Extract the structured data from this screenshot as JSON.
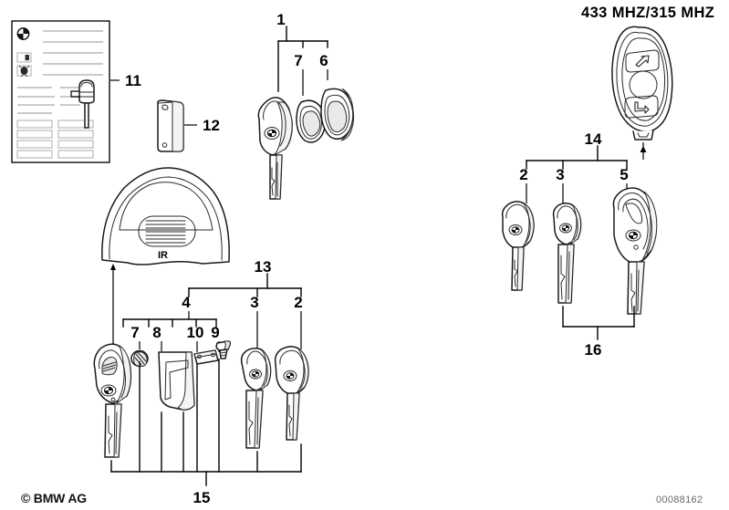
{
  "diagram": {
    "title_label": "433 MHZ/315 MHZ",
    "ir_label": "IR",
    "copyright": "© BMW AG",
    "part_number": "00088162",
    "line_color": "#000000",
    "fill_color": "#ffffff",
    "shade_color": "#e9e9e9"
  },
  "callouts": {
    "c1": "1",
    "c2_top": "2",
    "c3_top": "3",
    "c5": "5",
    "c6": "6",
    "c7_top": "7",
    "c11": "11",
    "c12": "12",
    "c13": "13",
    "c14": "14",
    "c15": "15",
    "c16": "16",
    "c4": "4",
    "c3_mid": "3",
    "c2_mid": "2",
    "c7_bot": "7",
    "c8": "8",
    "c10": "10",
    "c9": "9"
  },
  "parts": {
    "info_card": {
      "name": "owner-info-card",
      "callout": "11"
    },
    "transmitter_module": {
      "name": "transmitter-module",
      "callout": "12"
    },
    "ir_receiver": {
      "name": "ir-receiver-housing",
      "callout": "4"
    },
    "master_key": {
      "name": "master-key",
      "callout": "1"
    },
    "seal_ring_inner": {
      "name": "seal-ring",
      "callout": "7"
    },
    "seal_ring_outer": {
      "name": "seal-cap",
      "callout": "6"
    },
    "remote_fob": {
      "name": "radio-remote-control",
      "callout": "14"
    },
    "key_2": {
      "name": "key-blank",
      "callout": "2"
    },
    "key_3": {
      "name": "key-with-transponder",
      "callout": "3"
    },
    "key_5": {
      "name": "remote-key",
      "callout": "5"
    },
    "key_set_16": {
      "name": "key-set",
      "callout": "16"
    },
    "key_set_15": {
      "name": "key-set-lower",
      "callout": "15"
    },
    "clip_8": {
      "name": "retaining-clip",
      "callout": "8"
    },
    "plate_10": {
      "name": "mounting-plate",
      "callout": "10"
    },
    "screw_9": {
      "name": "fastening-screw",
      "callout": "9"
    }
  }
}
